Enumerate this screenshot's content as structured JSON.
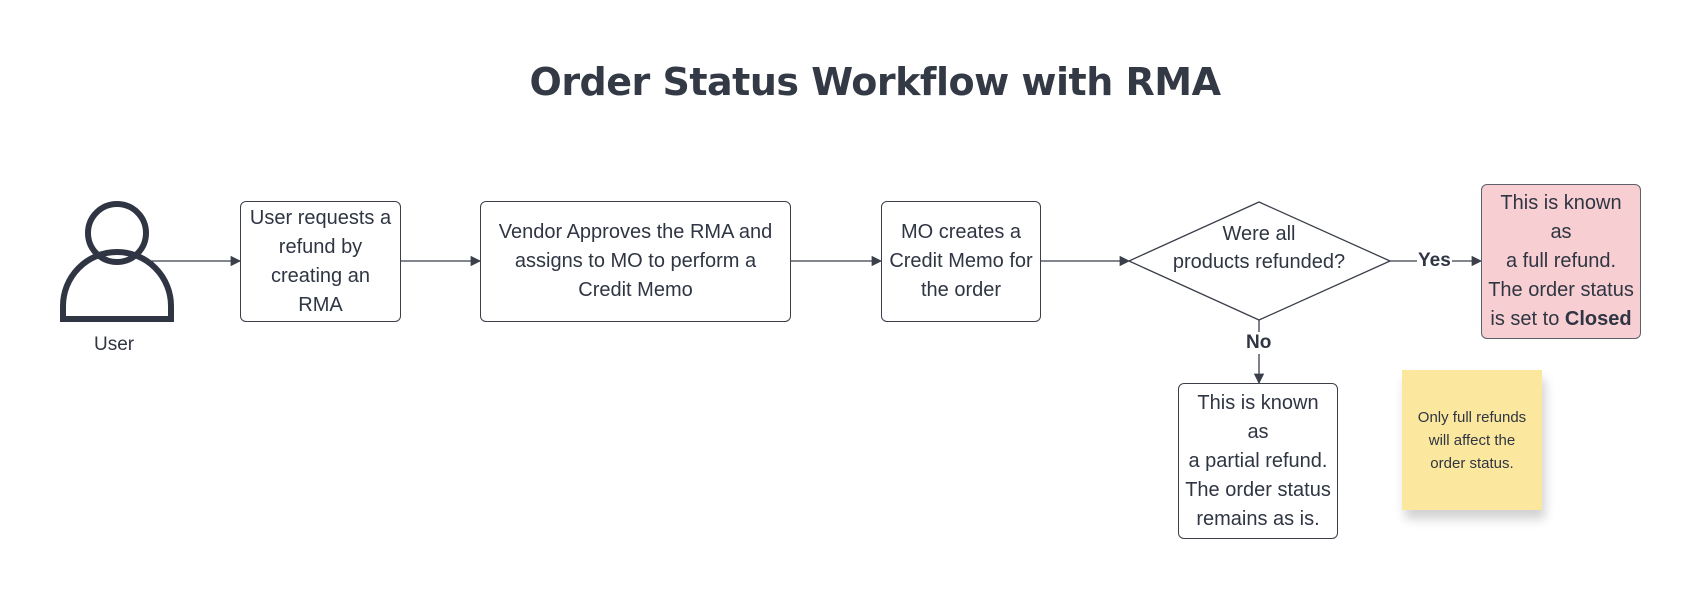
{
  "title": "Order Status Workflow with RMA",
  "actor": {
    "label": "User"
  },
  "steps": {
    "request": [
      "User requests a",
      "refund by",
      "creating an RMA"
    ],
    "approve": [
      "Vendor Approves the RMA and",
      "assigns to MO to perform a",
      "Credit Memo"
    ],
    "memo": [
      "MO creates a",
      "Credit Memo for",
      "the order"
    ]
  },
  "decision": [
    "Were all",
    "products refunded?"
  ],
  "edges": {
    "yes": "Yes",
    "no": "No"
  },
  "outcomes": {
    "full": [
      "This is known as",
      "a full refund.",
      "The order status",
      "is set to "
    ],
    "full_bold": "Closed",
    "partial": [
      "This is known as",
      "a partial refund.",
      "The order status",
      "remains as is."
    ]
  },
  "note": [
    "Only full refunds",
    "will affect the",
    "order status."
  ],
  "colors": {
    "stroke": "#3a3f4a",
    "full_refund_fill": "#f7cfd3",
    "note_fill": "#fbe89e"
  }
}
